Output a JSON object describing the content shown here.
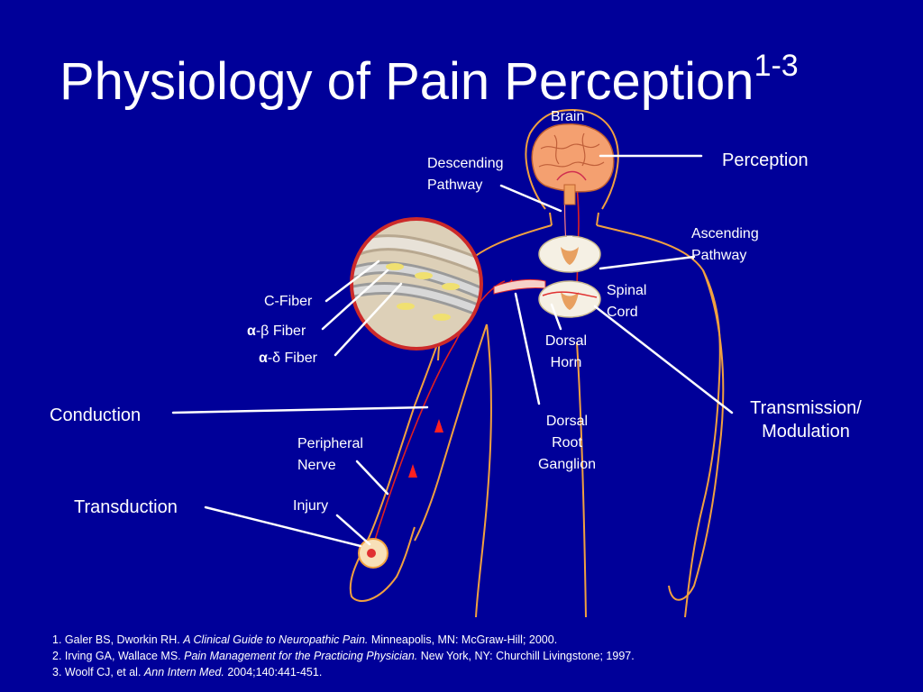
{
  "title": {
    "main": "Physiology of Pain Perception",
    "sup": "1-3"
  },
  "labels": {
    "brain": "Brain",
    "descending_line1": "Descending",
    "descending_line2": "Pathway",
    "perception": "Perception",
    "ascending_line1": "Ascending",
    "ascending_line2": "Pathway",
    "spinal_line1": "Spinal",
    "spinal_line2": "Cord",
    "c_fiber": "C-Fiber",
    "ab_prefix": "α",
    "ab_suffix": "-β Fiber",
    "ad_prefix": "α",
    "ad_suffix": "-δ Fiber",
    "dorsal_horn_line1": "Dorsal",
    "dorsal_horn_line2": "Horn",
    "transmission_line1": "Transmission/",
    "transmission_line2": "Modulation",
    "conduction": "Conduction",
    "drg_line1": "Dorsal",
    "drg_line2": "Root",
    "drg_line3": "Ganglion",
    "peripheral_line1": "Peripheral",
    "peripheral_line2": "Nerve",
    "injury": "Injury",
    "transduction": "Transduction"
  },
  "references": [
    {
      "pre": "1. Galer BS, Dworkin RH. ",
      "ital": "A Clinical Guide to Neuropathic Pain.",
      "post": " Minneapolis, MN: McGraw-Hill; 2000."
    },
    {
      "pre": "2. Irving GA, Wallace MS. ",
      "ital": "Pain Management for the Practicing Physician.",
      "post": " New York, NY: Churchill Livingstone; 1997."
    },
    {
      "pre": "3. Woolf CJ, et al. ",
      "ital": "Ann Intern Med.",
      "post": " 2004;140:441-451."
    }
  ],
  "colors": {
    "background": "#000099",
    "body_outline": "#f0a040",
    "brain": "#f4a070",
    "nerve": "#e02020",
    "text": "#ffffff"
  }
}
